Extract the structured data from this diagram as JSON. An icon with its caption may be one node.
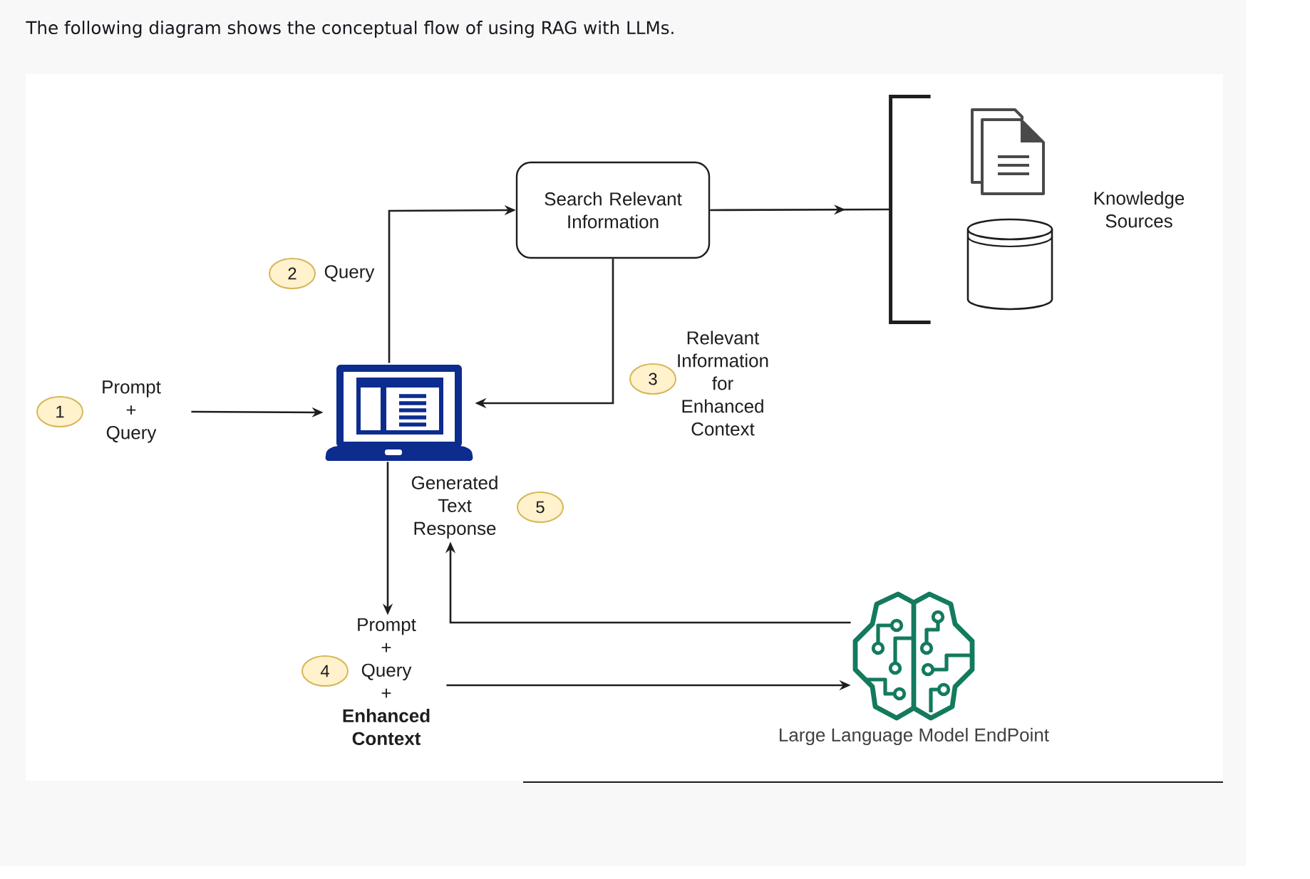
{
  "diagram": {
    "title": "The following diagram shows the conceptual flow of using RAG with LLMs.",
    "nodes": [
      {
        "text": [
          "Search Relevant Information"
        ]
      },
      {
        "text": [
          "Knowledge Sources"
        ]
      },
      {
        "text": [],
        "shape": "picture",
        "in": 1
      },
      {
        "text": [],
        "shape": "cylinder",
        "in": 1
      },
      {
        "text": [
          "2"
        ]
      },
      {
        "text": [
          "1"
        ]
      },
      {
        "text": [
          "Prompt + Query"
        ]
      },
      {
        "text": [],
        "shape": "picture"
      },
      {
        "text": [
          "3"
        ]
      },
      {
        "text": [
          "Generated Text Response"
        ]
      },
      {
        "text": [
          "5"
        ]
      },
      {
        "text": [
          "4"
        ]
      },
      {
        "text": [
          "Prompt + Query + **Enhanced Context**"
        ]
      },
      {
        "text": [],
        "shape": "picture",
        "beside": [
          "Large Language Model EndPoint"
        ]
      }
    ],
    "edges": [
      {
        "from": 6,
        "to": 7,
        "arrow": "to"
      },
      {
        "from": 7,
        "to": 0,
        "arrow": "to",
        "label": "Query"
      },
      {
        "from": 0,
        "to": 1,
        "arrow": "to"
      },
      {
        "from": 0,
        "to": 7,
        "arrow": "to",
        "label": "Relevant Information for Enhanced Context"
      },
      {
        "from": 7,
        "to": 12,
        "arrow": "to"
      },
      {
        "from": 12,
        "to": 13,
        "arrow": "to"
      },
      {
        "from": 13,
        "to": 9,
        "arrow": "to"
      }
    ]
  }
}
